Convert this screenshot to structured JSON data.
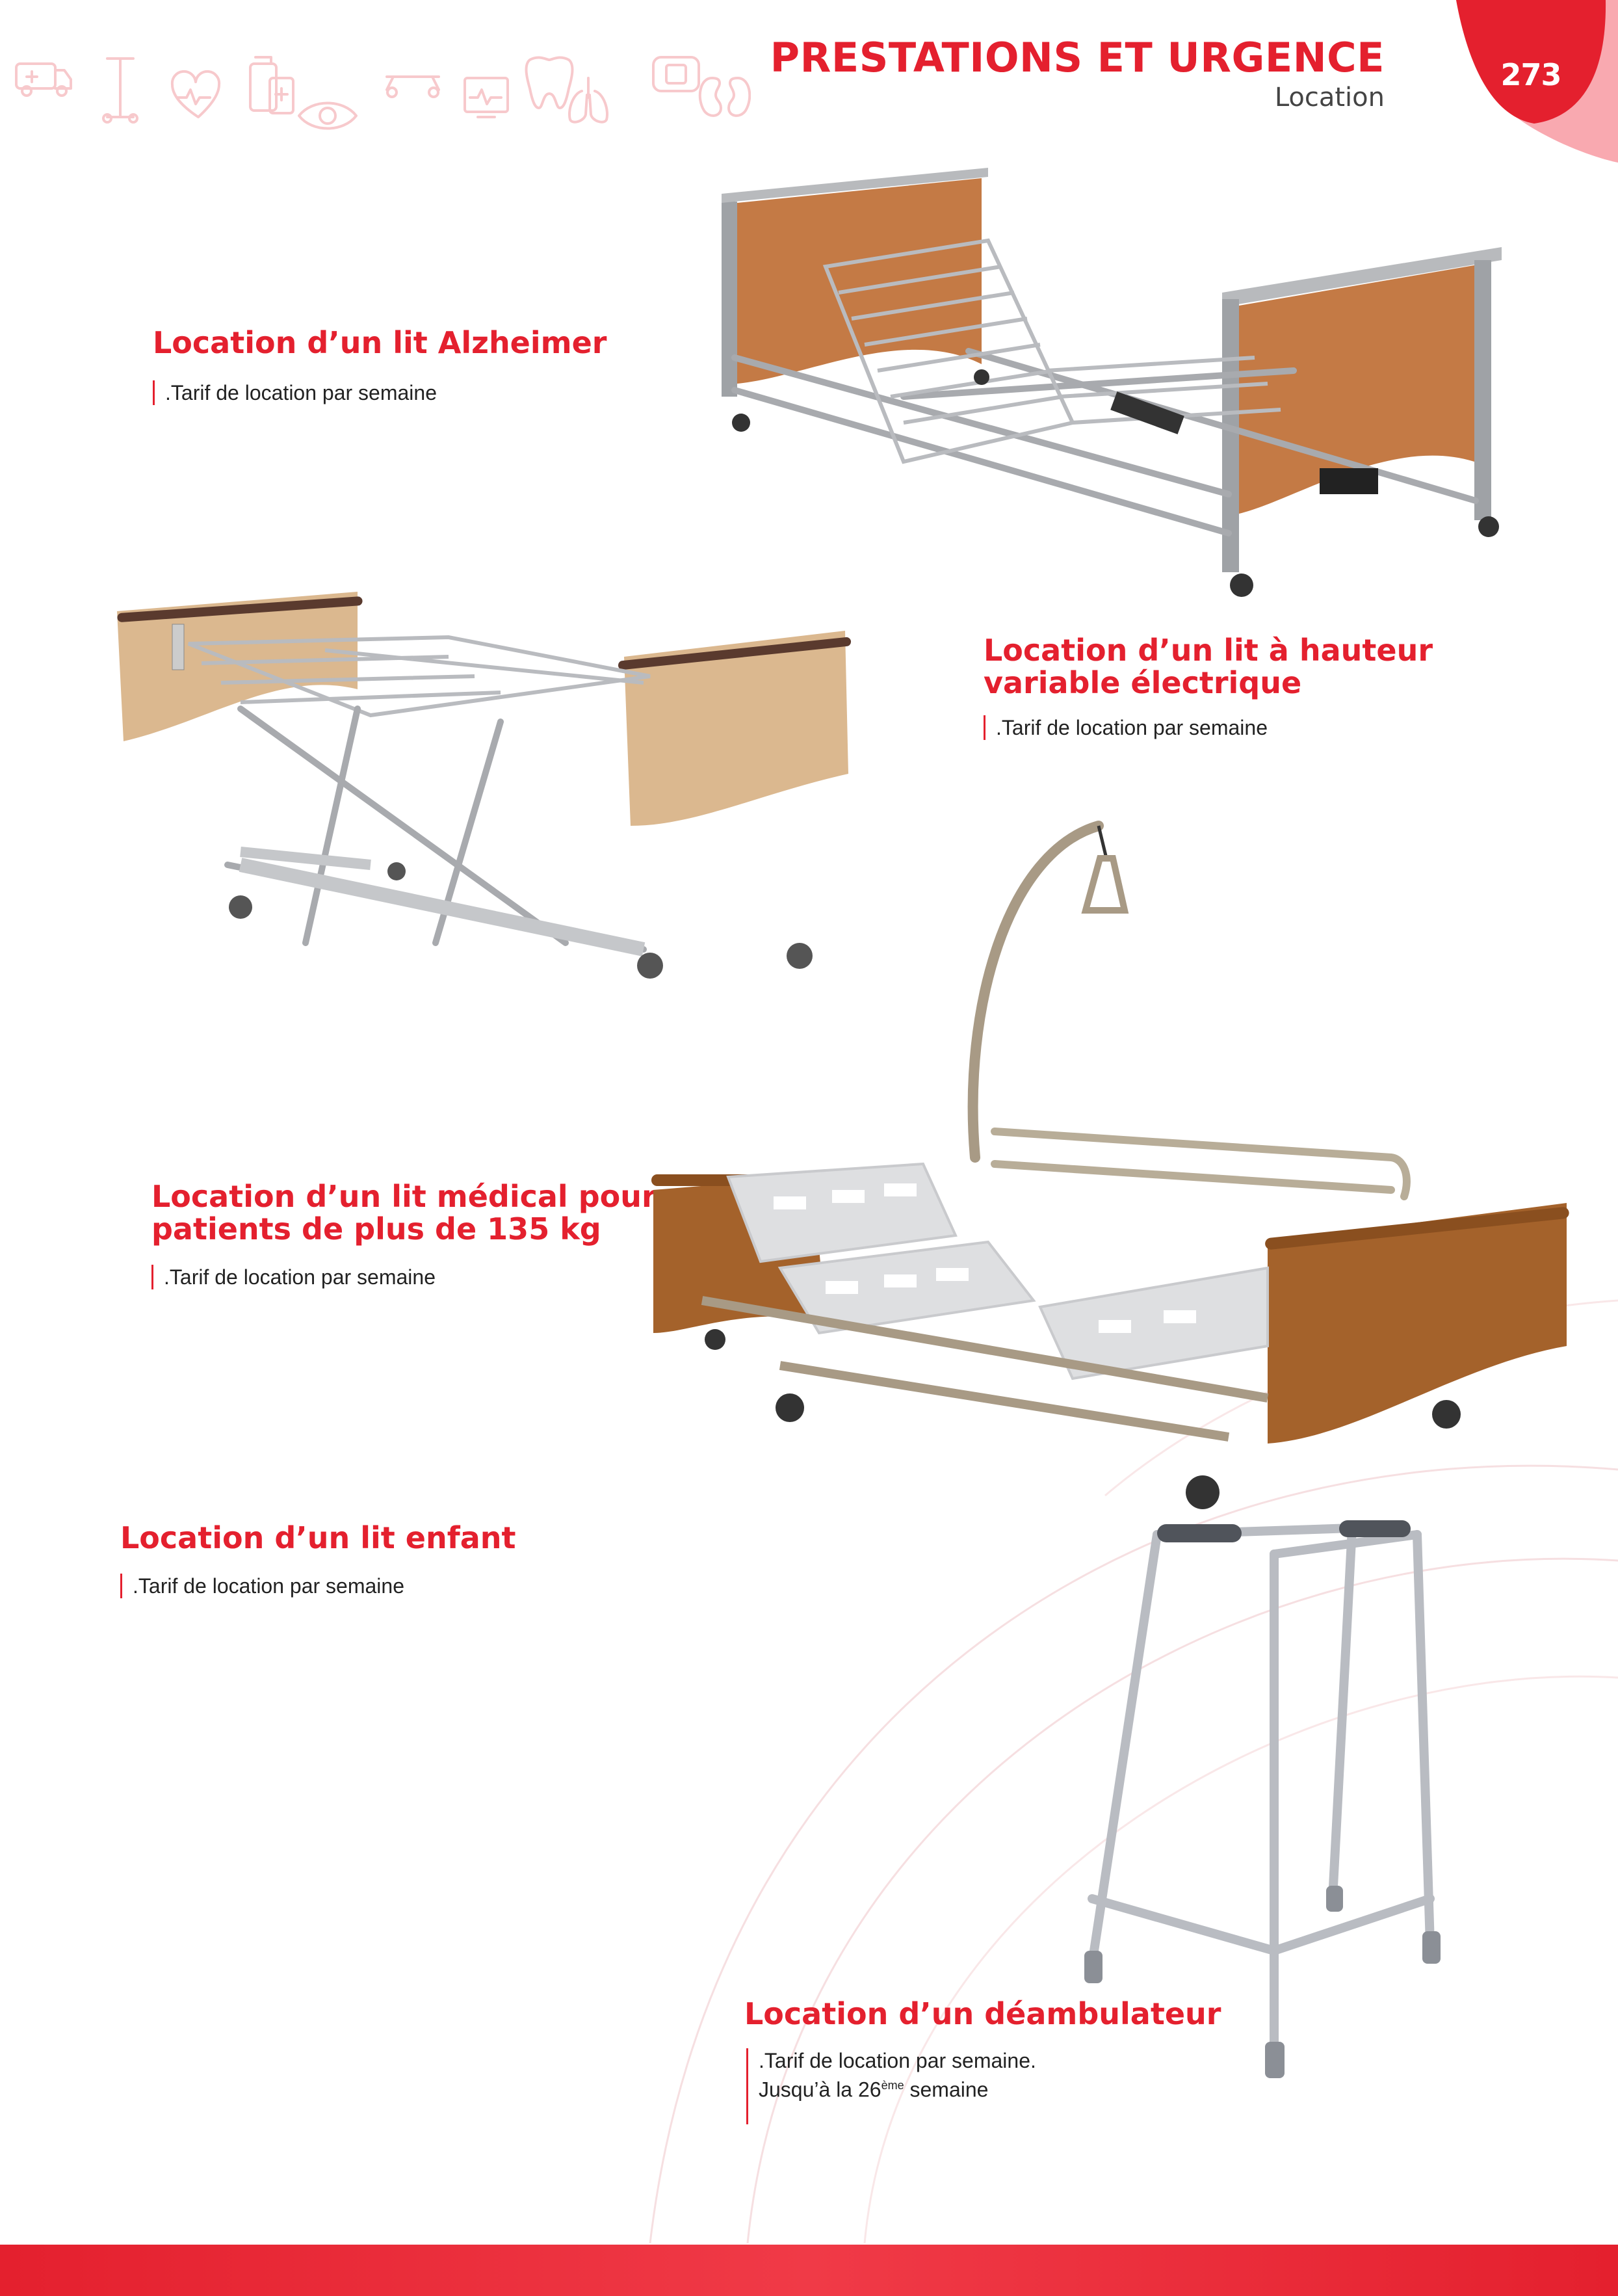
{
  "header": {
    "title": "PRESTATIONS ET URGENCE",
    "subtitle": "Location",
    "page_number": "273"
  },
  "items": [
    {
      "title": "Location d’un lit Alzheimer",
      "desc": ".Tarif de location par semaine"
    },
    {
      "title_line1": "Location d’un lit à hauteur",
      "title_line2": "variable électrique",
      "desc": ".Tarif de location par semaine"
    },
    {
      "title_line1": "Location d’un lit médical pour",
      "title_line2": "patients de plus de 135 kg",
      "desc": ".Tarif de location par semaine"
    },
    {
      "title": "Location d’un lit enfant",
      "desc": ".Tarif de location par semaine"
    },
    {
      "title": "Location d’un déambulateur",
      "desc_line1": ".Tarif de location par semaine.",
      "desc_line2_pre": "Jusqu’à la 26",
      "desc_line2_sup": "ème",
      "desc_line2_post": " semaine"
    }
  ],
  "icons": [
    "ambulance-icon",
    "iv-stand-icon",
    "heart-rate-icon",
    "medicine-bottle-icon",
    "eye-icon",
    "stretcher-icon",
    "monitor-icon",
    "tooth-icon",
    "lungs-icon",
    "bandage-icon",
    "kidney-icon"
  ],
  "colors": {
    "accent": "#e4202e",
    "icon_tint": "#f7c9cc"
  }
}
